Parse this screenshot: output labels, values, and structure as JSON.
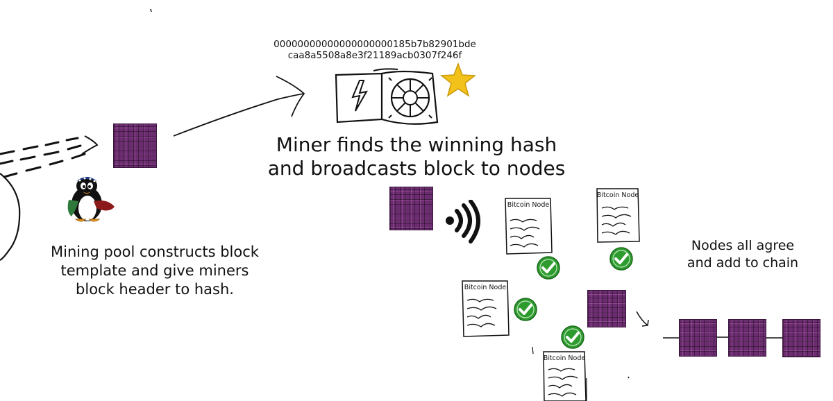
{
  "hash": {
    "line1": "00000000000000000000185b7b82901bde",
    "line2": "caa8a5508a8e3f21189acb0307f246f"
  },
  "captions": {
    "pool": [
      "Mining pool constructs block",
      "template and give miners",
      "block header to hash."
    ],
    "miner": [
      "Miner finds the winning hash",
      "and broadcasts block to nodes"
    ],
    "nodes": [
      "Nodes all agree",
      "and add to chain"
    ]
  },
  "node_label": "Bitcoin Node",
  "colors": {
    "block": "#6b2d6f",
    "check": "#2e9b2e",
    "star": "#f2c21a",
    "ink": "#111111"
  }
}
